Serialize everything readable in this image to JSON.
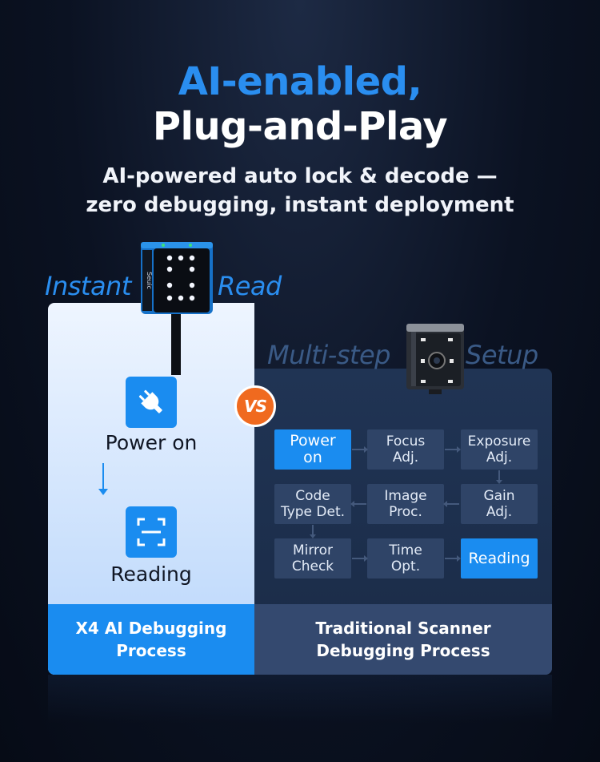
{
  "header": {
    "title_line1": "AI-enabled,",
    "title_line2": "Plug-and-Play",
    "subtitle_line1": "AI-powered auto lock & decode —",
    "subtitle_line2": "zero debugging, instant deployment"
  },
  "left_section": {
    "label_part1": "Instant",
    "label_part2": "Read",
    "steps": [
      {
        "label": "Power on",
        "icon": "plug-icon"
      },
      {
        "label": "Reading",
        "icon": "scan-frame-icon"
      }
    ],
    "footer_line1": "X4 AI Debugging",
    "footer_line2": "Process",
    "accent": "#1a8cf0"
  },
  "vs_badge": "VS",
  "right_section": {
    "label_part1": "Multi-step",
    "label_part2": "Setup",
    "steps": [
      {
        "label": "Power\non",
        "highlight": true
      },
      {
        "label": "Focus\nAdj.",
        "highlight": false
      },
      {
        "label": "Exposure\nAdj.",
        "highlight": false
      },
      {
        "label": "Gain\nAdj.",
        "highlight": false
      },
      {
        "label": "Image\nProc.",
        "highlight": false
      },
      {
        "label": "Code\nType Det.",
        "highlight": false
      },
      {
        "label": "Mirror\nCheck",
        "highlight": false
      },
      {
        "label": "Time\nOpt.",
        "highlight": false
      },
      {
        "label": "Reading",
        "highlight": true
      }
    ],
    "footer_line1": "Traditional Scanner",
    "footer_line2": "Debugging Process"
  },
  "scanner_logo": "Seuic"
}
